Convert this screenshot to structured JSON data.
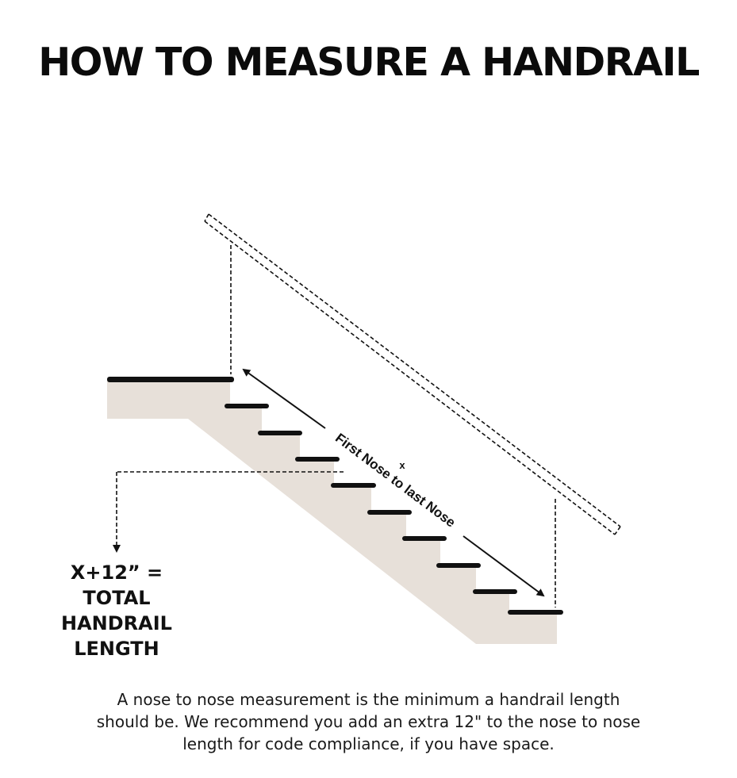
{
  "title": "HOW TO MEASURE A HANDRAIL",
  "diagram": {
    "measurement_label": "First Nose to last Nose",
    "measurement_variable": "x",
    "stair_fill_color": "#e7e0d9",
    "line_color": "#111111"
  },
  "formula": {
    "line1": "X+12” =",
    "line2": "TOTAL",
    "line3": "HANDRAIL",
    "line4": "LENGTH"
  },
  "caption": {
    "line1": "A nose to nose measurement is the minimum a handrail length",
    "line2": "should be. We recommend you add an extra 12\" to the nose to nose",
    "line3": "length for code compliance, if you have space."
  }
}
